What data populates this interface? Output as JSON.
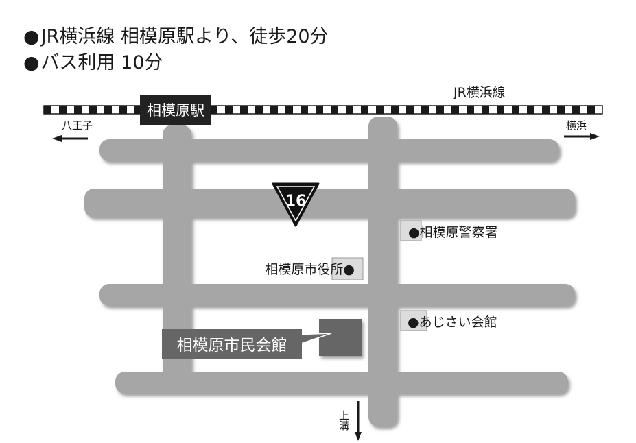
{
  "access": [
    {
      "bullet": "●",
      "text": "JR横浜線 相模原駅より、徒歩20分"
    },
    {
      "bullet": "●",
      "text": "バス利用  10分"
    }
  ],
  "railway": {
    "line_name": "JR横浜線",
    "station": "相模原駅",
    "west_direction": "八王子",
    "east_direction": "横浜"
  },
  "route": {
    "number": "16"
  },
  "south_direction": "上溝",
  "facilities": {
    "police": "●相模原警察署",
    "city_hall": "相模原市役所●",
    "ajisai_hall": "●あじさい会館",
    "civic_hall": "相模原市民会館"
  },
  "colors": {
    "road": "#a6a6a6",
    "road_shadow": "#7a7a7a",
    "station_bg": "#222222",
    "civic_hall_bg": "#666666",
    "building_marker": "#dcdcdc"
  }
}
